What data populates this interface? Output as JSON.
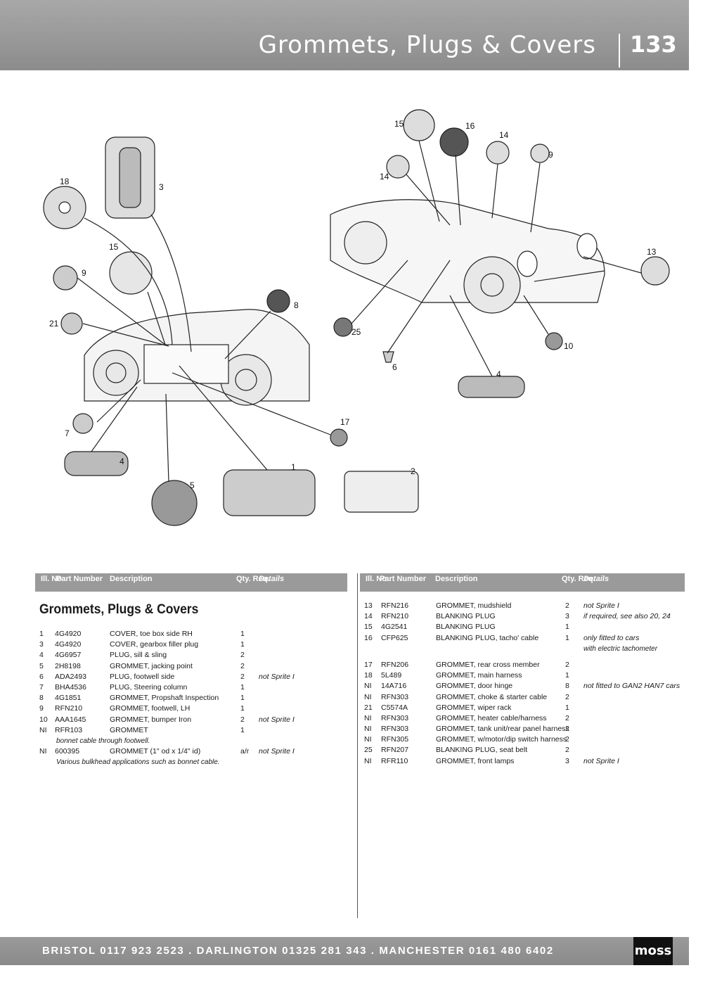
{
  "header": {
    "title": "Grommets, Plugs & Covers",
    "page_number": "133"
  },
  "diagram": {
    "callouts": [
      "18",
      "3",
      "15",
      "9",
      "21",
      "8",
      "25",
      "7",
      "4",
      "17",
      "1",
      "2",
      "5",
      "15",
      "16",
      "14",
      "9",
      "14",
      "13",
      "10",
      "6",
      "4"
    ]
  },
  "table_headers": {
    "ill_no": "Ill. No",
    "part_number": "Part Number",
    "description": "Description",
    "qty": "Qty. Req.",
    "details": "Details"
  },
  "section_title": "Grommets, Plugs & Covers",
  "left_rows": [
    {
      "no": "1",
      "part": "4G4920",
      "desc": "COVER, toe box side RH",
      "qty": "1",
      "details": ""
    },
    {
      "no": "3",
      "part": "4G4920",
      "desc": "COVER, gearbox filler plug",
      "qty": "1",
      "details": ""
    },
    {
      "no": "4",
      "part": "4G6957",
      "desc": "PLUG, sill & sling",
      "qty": "2",
      "details": ""
    },
    {
      "no": "5",
      "part": "2H8198",
      "desc": "GROMMET, jacking point",
      "qty": "2",
      "details": ""
    },
    {
      "no": "6",
      "part": "ADA2493",
      "desc": "PLUG, footwell side",
      "qty": "2",
      "details": "not Sprite I"
    },
    {
      "no": "7",
      "part": "BHA4536",
      "desc": "PLUG, Steering column",
      "qty": "1",
      "details": ""
    },
    {
      "no": "8",
      "part": "4G1851",
      "desc": "GROMMET, Propshaft Inspection",
      "qty": "1",
      "details": ""
    },
    {
      "no": "9",
      "part": "RFN210",
      "desc": "GROMMET, footwell, LH",
      "qty": "1",
      "details": ""
    },
    {
      "no": "10",
      "part": "AAA1645",
      "desc": "GROMMET, bumper Iron",
      "qty": "2",
      "details": "not Sprite I"
    },
    {
      "no": "NI",
      "part": "RFR103",
      "desc": "GROMMET",
      "qty": "1",
      "details": ""
    },
    {
      "note": "bonnet cable through footwell."
    },
    {
      "no": "NI",
      "part": "600395",
      "desc": "GROMMET (1\" od x 1/4\" id)",
      "qty": "a/r",
      "details": "not Sprite I"
    },
    {
      "note": "Various bulkhead applications such as bonnet cable."
    }
  ],
  "right_rows": [
    {
      "no": "13",
      "part": "RFN216",
      "desc": "GROMMET, mudshield",
      "qty": "2",
      "details": "not Sprite I"
    },
    {
      "no": "14",
      "part": "RFN210",
      "desc": "BLANKING PLUG",
      "qty": "3",
      "details": "if required, see also 20, 24"
    },
    {
      "no": "15",
      "part": "4G2541",
      "desc": "BLANKING PLUG",
      "qty": "1",
      "details": ""
    },
    {
      "no": "16",
      "part": "CFP625",
      "desc": "BLANKING PLUG, tacho' cable",
      "qty": "1",
      "details": "only fitted to cars"
    },
    {
      "note": "with electric tachometer"
    },
    {
      "gap": true
    },
    {
      "no": "17",
      "part": "RFN206",
      "desc": "GROMMET, rear cross member",
      "qty": "2",
      "details": ""
    },
    {
      "no": "18",
      "part": "5L489",
      "desc": "GROMMET, main harness",
      "qty": "1",
      "details": ""
    },
    {
      "no": "NI",
      "part": "14A716",
      "desc": "GROMMET, door hinge",
      "qty": "8",
      "details": "not fitted to GAN2 HAN7 cars"
    },
    {
      "no": "NI",
      "part": "RFN303",
      "desc": "GROMMET, choke & starter cable",
      "qty": "2",
      "details": ""
    },
    {
      "no": "21",
      "part": "C5574A",
      "desc": "GROMMET, wiper rack",
      "qty": "1",
      "details": ""
    },
    {
      "no": "NI",
      "part": "RFN303",
      "desc": "GROMMET, heater cable/harness",
      "qty": "2",
      "details": ""
    },
    {
      "no": "NI",
      "part": "RFN303",
      "desc": "GROMMET, tank unit/rear panel harness",
      "qty": "2",
      "details": ""
    },
    {
      "no": "NI",
      "part": "RFN305",
      "desc": "GROMMET, w/motor/dip switch harness",
      "qty": "2",
      "details": ""
    },
    {
      "no": "25",
      "part": "RFN207",
      "desc": "BLANKING PLUG, seat belt",
      "qty": "2",
      "details": ""
    },
    {
      "no": "NI",
      "part": "RFR110",
      "desc": "GROMMET, front lamps",
      "qty": "3",
      "details": "not Sprite I"
    }
  ],
  "footer": {
    "contacts": "BRISTOL 0117 923 2523 . DARLINGTON 01325 281 343 . MANCHESTER 0161 480 6402",
    "logo": "moss"
  }
}
